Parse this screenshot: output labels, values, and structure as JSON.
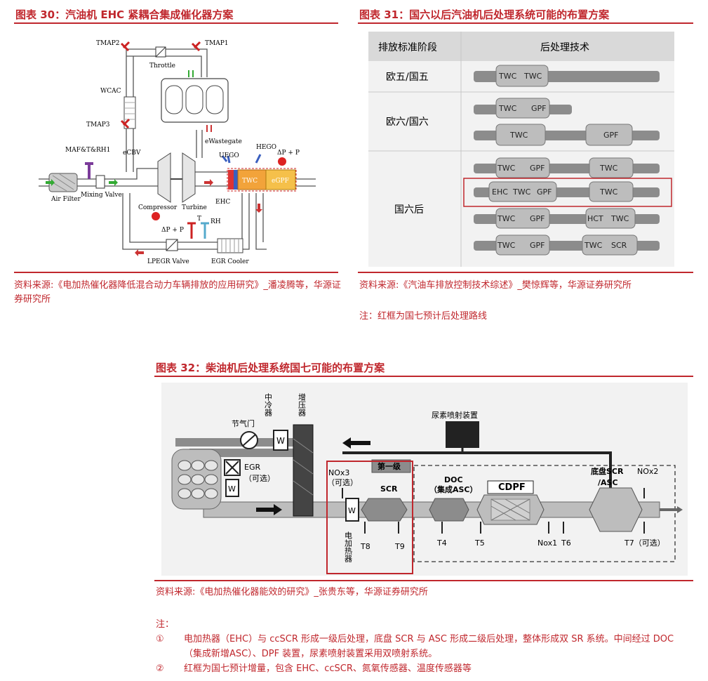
{
  "fig30": {
    "title": "图表 30：汽油机 EHC 紧耦合集成催化器方案",
    "labels": {
      "tmap2": "TMAP2",
      "tmap1": "TMAP1",
      "throttle": "Throttle",
      "wcac": "WCAC",
      "tmap3": "TMAP3",
      "maf": "MAF&T&RH1",
      "ecbv": "eCBV",
      "ewastegate": "eWastegate",
      "uego": "UEGO",
      "hego": "HEGO",
      "dp1": "ΔP + P",
      "twc": "TWC",
      "egpf": "eGPF",
      "air_filter": "Air Filter",
      "mixing_valve": "Mixing Valve",
      "compressor": "Compressor",
      "turbine": "Turbine",
      "ehc": "EHC",
      "dp2": "ΔP + P",
      "t": "T",
      "rh": "RH",
      "lpegr": "LPEGR Valve",
      "egr_cooler": "EGR Cooler"
    },
    "source": "资料来源:《电加热催化器降低混合动力车辆排放的应用研究》_潘凌腾等，华源证券研究所"
  },
  "fig31": {
    "title": "图表 31：国六以后汽油机后处理系统可能的布置方案",
    "headers": [
      "排放标准阶段",
      "后处理技术"
    ],
    "stages": [
      "欧五/国五",
      "欧六/国六",
      "国六后"
    ],
    "brick_labels": {
      "twc": "TWC",
      "gpf": "GPF",
      "ehc": "EHC",
      "hct": "HCT",
      "scr": "SCR"
    },
    "source": "资料来源:《汽油车排放控制技术综述》_樊惊辉等，华源证券研究所",
    "note": "注：红框为国七预计后处理路线"
  },
  "fig32": {
    "title": "图表 32：柴油机后处理系统国七可能的布置方案",
    "labels": {
      "intercooler": "中冷器",
      "turbo": "增压器",
      "throttle": "节气门",
      "urea": "尿素喷射装置",
      "egr": "EGR",
      "egr_opt": "（可选）",
      "nox3": "NOx3",
      "nox3_opt": "（可选）",
      "stage1": "第一级",
      "scr": "SCR",
      "doc": "DOC",
      "doc_asc": "（集成ASC）",
      "dpf": "CDPF",
      "floor_scr": "底盘SCR",
      "asc": "/ASC",
      "nox2": "NOx2",
      "heater": "电加热器",
      "t8": "T8",
      "t9": "T9",
      "t4": "T4",
      "t5": "T5",
      "nox1": "Nox1",
      "t6": "T6",
      "t7": "T7（可选）"
    },
    "source": "资料来源:《电加热催化器能效的研究》_张贵东等，华源证券研究所",
    "notes_title": "注：",
    "notes": [
      {
        "num": "①",
        "text": "电加热器（EHC）与 ccSCR 形成一级后处理，底盘 SCR 与 ASC 形成二级后处理，整体形成双 SR 系统。中间经过 DOC（集成新增ASC）、DPF 装置，尿素喷射装置采用双喷射系统。"
      },
      {
        "num": "②",
        "text": "红框为国七预计增量，包含 EHC、ccSCR、氮氧传感器、温度传感器等"
      }
    ]
  },
  "colors": {
    "accent": "#c0272d",
    "twc": "#e8a23a",
    "gpf": "#f0b040",
    "pipe": "#9a9a9a",
    "panel_bg": "#f2f2f2"
  }
}
